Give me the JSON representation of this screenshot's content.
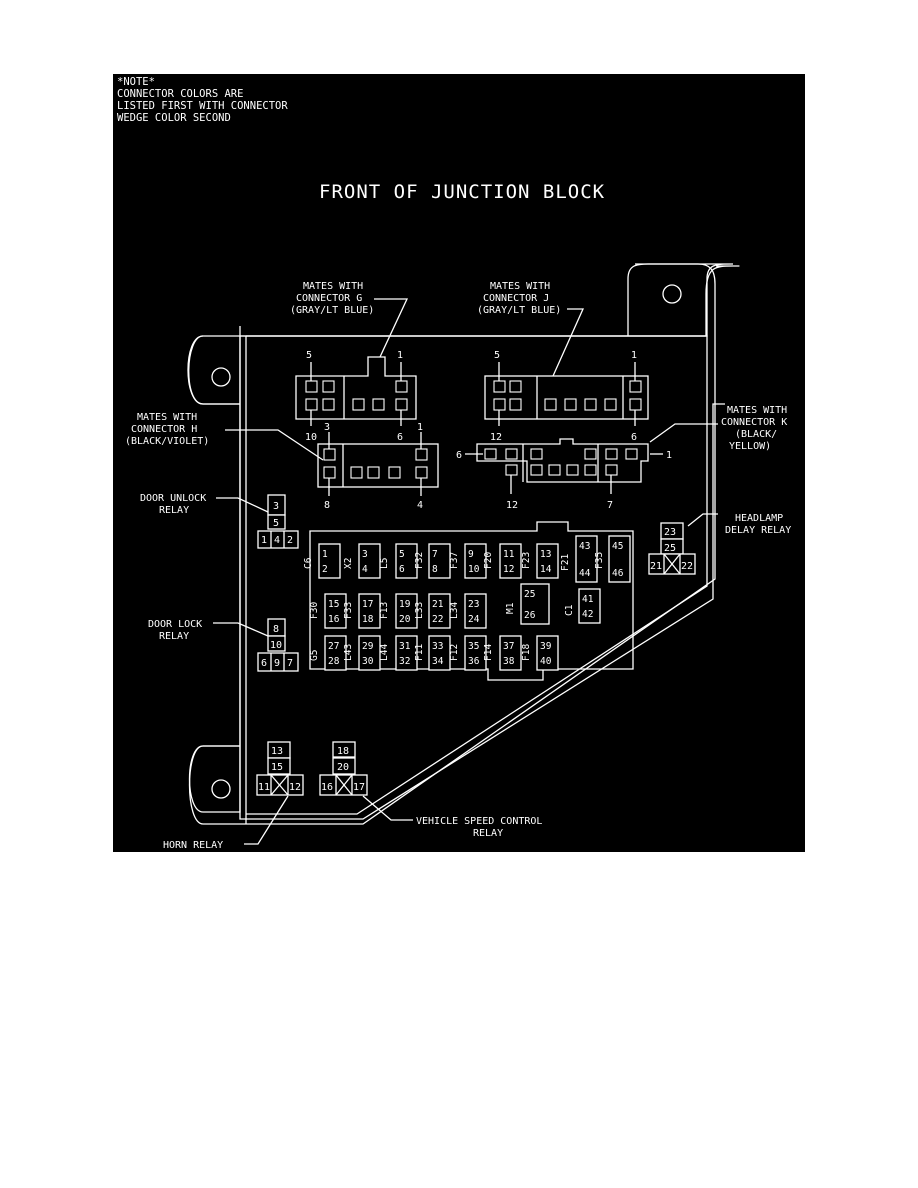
{
  "note": {
    "lines": [
      "*NOTE*",
      "CONNECTOR COLORS ARE",
      "LISTED FIRST WITH CONNECTOR",
      "WEDGE COLOR SECOND"
    ]
  },
  "title": "FRONT OF JUNCTION BLOCK",
  "callouts": {
    "connector_g": [
      "MATES WITH",
      "CONNECTOR G",
      "(GRAY/LT BLUE)"
    ],
    "connector_j": [
      "MATES WITH",
      "CONNECTOR J",
      "(GRAY/LT BLUE)"
    ],
    "connector_h": [
      "MATES WITH",
      "CONNECTOR H",
      "(BLACK/VIOLET)"
    ],
    "connector_k": [
      "MATES WITH",
      "CONNECTOR K",
      "(BLACK/",
      "YELLOW)"
    ],
    "door_unlock": [
      "DOOR UNLOCK",
      "RELAY"
    ],
    "door_lock": [
      "DOOR LOCK",
      "RELAY"
    ],
    "headlamp": [
      "HEADLAMP",
      "DELAY RELAY"
    ],
    "vehicle_speed": [
      "VEHICLE SPEED CONTROL",
      "RELAY"
    ],
    "horn": [
      "HORN RELAY"
    ]
  },
  "pins": {
    "g": [
      "5",
      "1",
      "10",
      "6"
    ],
    "j": [
      "5",
      "1",
      "12",
      "6"
    ],
    "h": [
      "3",
      "1",
      "8",
      "4"
    ],
    "k": [
      "6",
      "1",
      "12",
      "7"
    ]
  },
  "relays": {
    "door_unlock": [
      "3",
      "5",
      "1",
      "4",
      "2"
    ],
    "door_lock": [
      "8",
      "10",
      "6",
      "9",
      "7"
    ],
    "headlamp": [
      "23",
      "25",
      "21",
      "22"
    ],
    "horn": [
      "13",
      "15",
      "11",
      "12"
    ],
    "vehicle_speed": [
      "18",
      "20",
      "16",
      "17"
    ]
  },
  "fuse_labels": [
    "C6",
    "X2",
    "L5",
    "F32",
    "F37",
    "F20",
    "F23",
    "F21",
    "F35",
    "F30",
    "F33",
    "F13",
    "L33",
    "L34",
    "M1",
    "C1",
    "G5",
    "L43",
    "L44",
    "F11",
    "F12",
    "F14",
    "F18"
  ],
  "fuse_cells": [
    [
      "1",
      "2"
    ],
    [
      "3",
      "4"
    ],
    [
      "5",
      "6"
    ],
    [
      "7",
      "8"
    ],
    [
      "9",
      "10"
    ],
    [
      "11",
      "12"
    ],
    [
      "13",
      "14"
    ],
    [
      "43",
      "44"
    ],
    [
      "45",
      "46"
    ],
    [
      "15",
      "16"
    ],
    [
      "17",
      "18"
    ],
    [
      "19",
      "20"
    ],
    [
      "21",
      "22"
    ],
    [
      "23",
      "24"
    ],
    [
      "25",
      "26"
    ],
    [
      "41",
      "42"
    ],
    [
      "27",
      "28"
    ],
    [
      "29",
      "30"
    ],
    [
      "31",
      "32"
    ],
    [
      "33",
      "34"
    ],
    [
      "35",
      "36"
    ],
    [
      "37",
      "38"
    ],
    [
      "39",
      "40"
    ]
  ]
}
